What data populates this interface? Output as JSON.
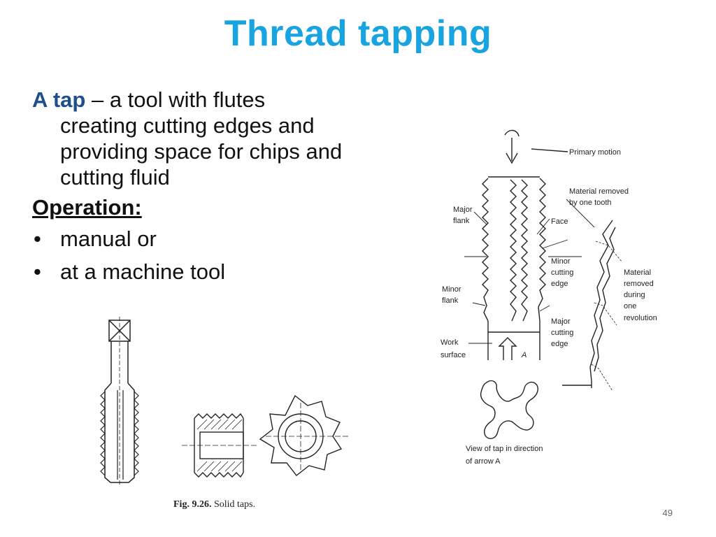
{
  "slide": {
    "title": "Thread tapping",
    "definition": {
      "term": "A tap",
      "dash": " – ",
      "lead": "a tool with flutes",
      "rest": "creating cutting edges and providing space for chips and cutting fluid"
    },
    "operation_heading": "Operation:",
    "bullets": [
      "manual or",
      "at a machine tool"
    ],
    "bullet_glyph": "•",
    "figure_left_caption_num": "Fig. 9.26.",
    "figure_left_caption_text": "Solid taps.",
    "figure_right_labels": {
      "primary_motion": "Primary motion",
      "material_removed_tooth_1": "Material removed",
      "material_removed_tooth_2": "by one tooth",
      "major_flank_1": "Major",
      "major_flank_2": "flank",
      "face": "Face",
      "minor_cutting_1": "Minor",
      "minor_cutting_2": "cutting",
      "minor_cutting_3": "edge",
      "material_rev_1": "Material",
      "material_rev_2": "removed",
      "material_rev_3": "during",
      "material_rev_4": "one",
      "material_rev_5": "revolution",
      "minor_flank_1": "Minor",
      "minor_flank_2": "flank",
      "major_cutting_1": "Major",
      "major_cutting_2": "cutting",
      "major_cutting_3": "edge",
      "work_surface_1": "Work",
      "work_surface_2": "surface",
      "arrow_a": "A",
      "view_1": "View of tap in direction",
      "view_2": "of arrow A"
    },
    "page_number": "49",
    "colors": {
      "title": "#18a3e1",
      "term": "#1e4f8c"
    }
  }
}
